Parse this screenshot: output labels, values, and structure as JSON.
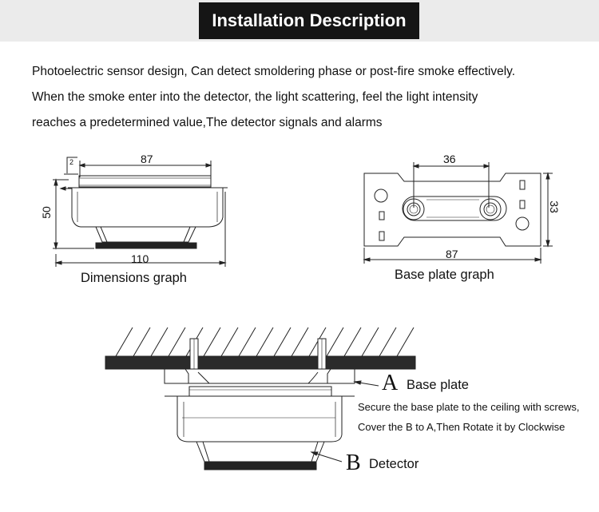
{
  "header": {
    "title": "Installation Description"
  },
  "description": {
    "lines": [
      "Photoelectric sensor design, Can detect smoldering phase or post-fire smoke effectively.",
      "When the smoke enter into the detector, the light scattering, feel the light intensity",
      "reaches a predetermined value,The detector signals and alarms"
    ]
  },
  "dimensions_graph": {
    "caption": "Dimensions graph",
    "top_width": "87",
    "height": "50",
    "offset": "2",
    "bottom_width": "110"
  },
  "base_plate_graph": {
    "caption": "Base plate graph",
    "hole_spacing": "36",
    "width": "87",
    "height": "33"
  },
  "installation": {
    "a_letter": "A",
    "a_label": "Base plate",
    "a_instruction_1": "Secure the base plate to the ceiling with screws,",
    "a_instruction_2": "Cover the B to A,Then Rotate it by Clockwise",
    "b_letter": "B",
    "b_label": "Detector"
  }
}
